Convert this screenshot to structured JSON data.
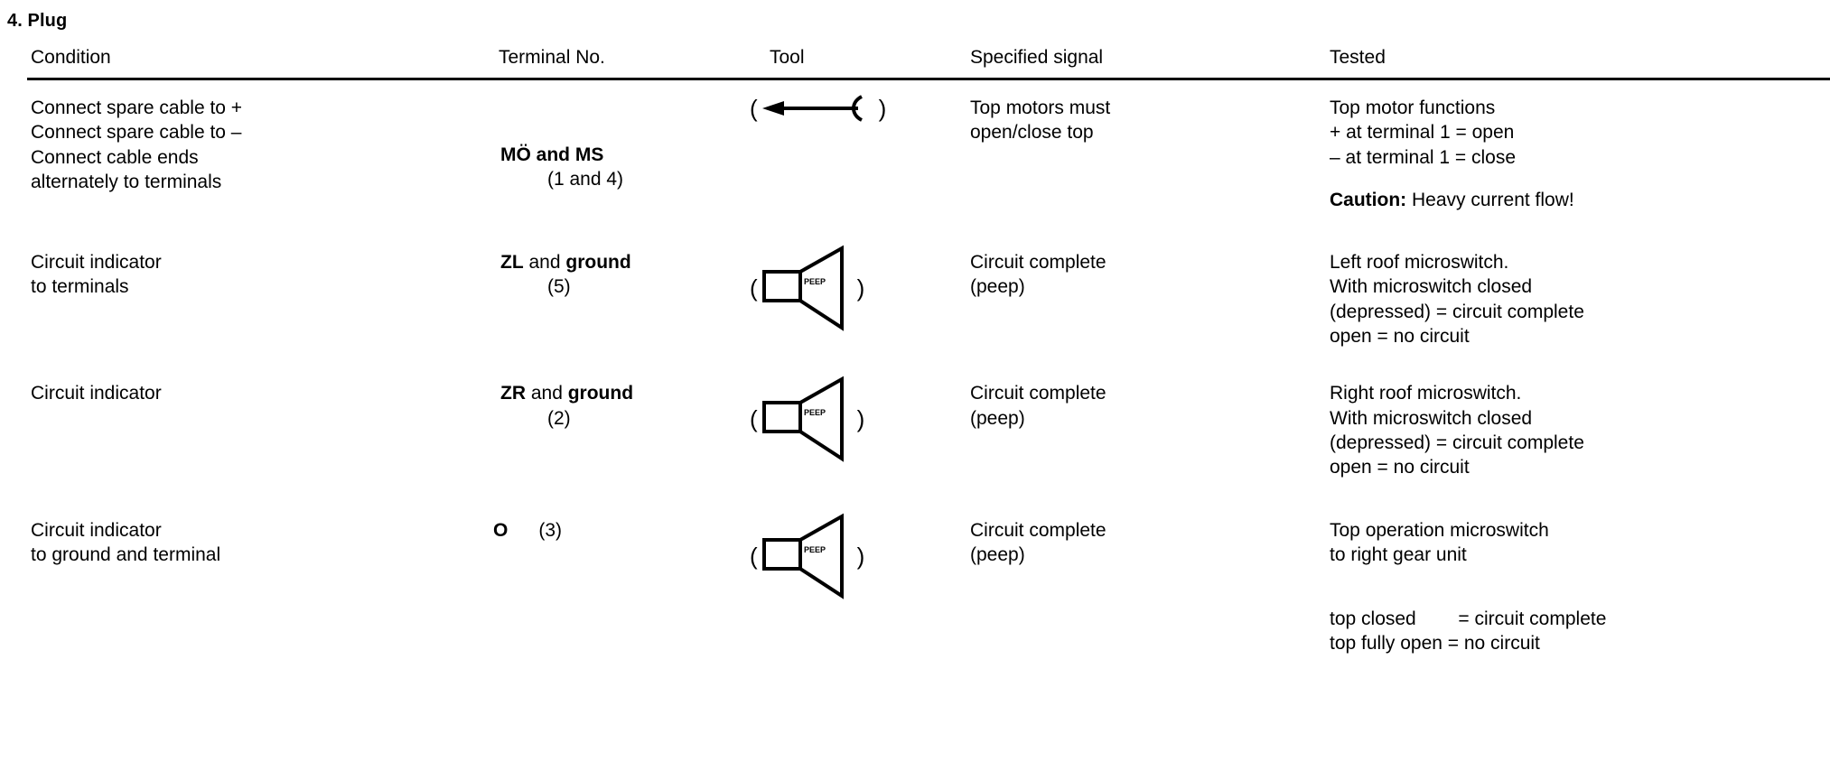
{
  "document": {
    "section_title": "4. Plug"
  },
  "table": {
    "headers": [
      "Condition",
      "Terminal No.",
      "Tool",
      "Specified signal",
      "Tested"
    ],
    "rows": [
      {
        "condition_lines": [
          "Connect spare cable to +",
          "Connect spare cable to –",
          "Connect cable ends",
          "alternately to terminals"
        ],
        "terminal_main": "MÖ and MS",
        "terminal_sub": "(1 and 4)",
        "tool_icon": "cable-arrow-icon",
        "tool_open_paren": "(",
        "tool_close_paren": ")",
        "signal_lines": [
          "Top motors must",
          "open/close top"
        ],
        "tested_lines": [
          "Top motor functions",
          "+ at terminal 1 = open",
          "– at terminal 1 = close"
        ],
        "tested_caution_label": "Caution:",
        "tested_caution_text": " Heavy current flow!"
      },
      {
        "condition_lines": [
          "Circuit indicator",
          "to terminals"
        ],
        "terminal_bold_prefix": "ZL",
        "terminal_mid": " and ",
        "terminal_bold_suffix": "ground",
        "terminal_sub": "(5)",
        "tool_icon": "speaker-peep-icon",
        "tool_open_paren": "(",
        "tool_close_paren": ")",
        "tool_icon_label": "PEEP",
        "signal_lines": [
          "Circuit complete",
          "(peep)"
        ],
        "tested_lines": [
          "Left roof microswitch.",
          "With microswitch closed",
          "(depressed) = circuit complete",
          "open = no circuit"
        ]
      },
      {
        "condition_lines": [
          "Circuit indicator"
        ],
        "terminal_bold_prefix": "ZR",
        "terminal_mid": " and ",
        "terminal_bold_suffix": "ground",
        "terminal_sub": "(2)",
        "tool_icon": "speaker-peep-icon",
        "tool_open_paren": "(",
        "tool_close_paren": ")",
        "tool_icon_label": "PEEP",
        "signal_lines": [
          "Circuit complete",
          "(peep)"
        ],
        "tested_lines": [
          "Right roof microswitch.",
          "With microswitch closed",
          "(depressed) = circuit complete",
          "open = no circuit"
        ]
      },
      {
        "condition_lines": [
          "Circuit indicator",
          "to ground and terminal"
        ],
        "terminal_bold_prefix": "O",
        "terminal_sub_inline": "(3)",
        "tool_icon": "speaker-peep-icon",
        "tool_open_paren": "(",
        "tool_close_paren": ")",
        "tool_icon_label": "PEEP",
        "signal_lines": [
          "Circuit complete",
          "(peep)"
        ],
        "tested_lines": [
          "Top operation microswitch",
          "to right gear unit"
        ],
        "tested_extra_lines": [
          "top closed        = circuit complete",
          "top fully open = no circuit"
        ]
      }
    ]
  },
  "colors": {
    "ink": "#000000",
    "paper": "#ffffff"
  }
}
